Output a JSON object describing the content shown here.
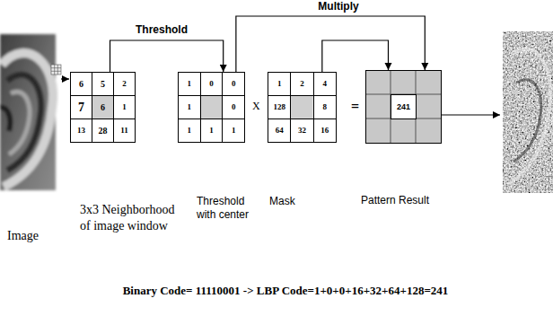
{
  "diagram": {
    "caption": "Binary Code= 11110001 -> LBP Code=1+0+0+16+32+64+128=241",
    "nodes": [
      {
        "text": [
          "3x3 Neighborhood of image window"
        ]
      },
      {
        "text": [
          "6"
        ],
        "in": 0
      },
      {
        "text": [
          "5"
        ],
        "in": 0
      },
      {
        "text": [
          "2"
        ],
        "in": 0
      },
      {
        "text": [
          "7"
        ],
        "in": 0
      },
      {
        "text": [
          "6"
        ],
        "in": 0
      },
      {
        "text": [
          "1"
        ],
        "in": 0
      },
      {
        "text": [
          "13"
        ],
        "in": 0
      },
      {
        "text": [
          "28"
        ],
        "in": 0
      },
      {
        "text": [
          "11"
        ],
        "in": 0
      },
      {
        "text": [
          "Threshold with center"
        ]
      },
      {
        "text": [
          "1"
        ],
        "in": 10
      },
      {
        "text": [
          "0"
        ],
        "in": 10
      },
      {
        "text": [
          "0"
        ],
        "in": 10
      },
      {
        "text": [
          "1"
        ],
        "in": 10
      },
      {
        "text": [
          "0"
        ],
        "in": 10
      },
      {
        "text": [
          "1"
        ],
        "in": 10
      },
      {
        "text": [
          "1"
        ],
        "in": 10
      },
      {
        "text": [
          "1"
        ],
        "in": 10
      },
      {
        "text": [
          "Mask"
        ]
      },
      {
        "text": [
          "1"
        ],
        "in": 19
      },
      {
        "text": [
          "2"
        ],
        "in": 19
      },
      {
        "text": [
          "4"
        ],
        "in": 19
      },
      {
        "text": [
          "128"
        ],
        "in": 19
      },
      {
        "text": [
          "8"
        ],
        "in": 19
      },
      {
        "text": [
          "64"
        ],
        "in": 19
      },
      {
        "text": [
          "32"
        ],
        "in": 19
      },
      {
        "text": [
          "16"
        ],
        "in": 19
      },
      {
        "text": [
          "Pattern Result"
        ]
      },
      {
        "text": [
          "241"
        ],
        "in": 28
      }
    ],
    "edges": [
      {
        "from": 0,
        "to": 10,
        "arrow": "to",
        "label": "Threshold"
      },
      {
        "from": 10,
        "to": 28,
        "arrow": "to",
        "label": "Multiply"
      },
      {
        "from": 19,
        "to": 28,
        "arrow": "to"
      }
    ],
    "labels": [
      "Image",
      "X",
      "="
    ]
  }
}
